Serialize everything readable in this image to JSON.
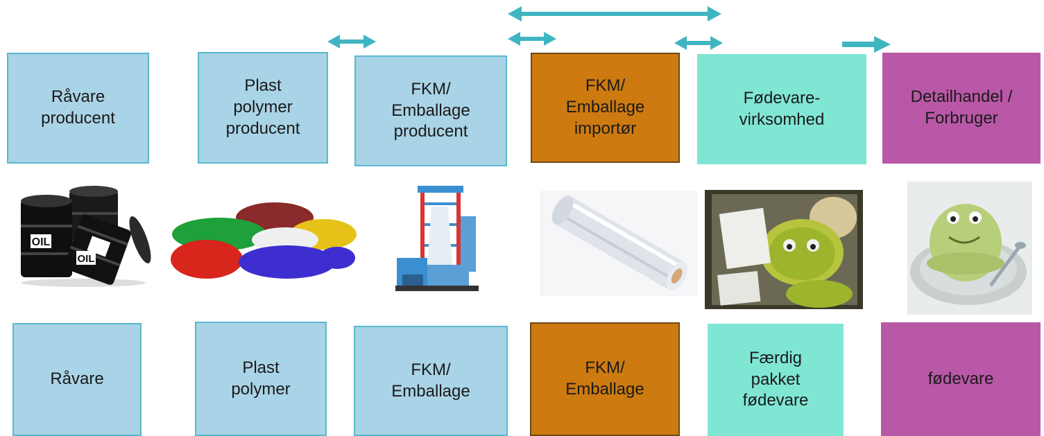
{
  "colors": {
    "arrow": "#3fb5c2",
    "blue_box": "#a9d3e6",
    "orange_box": "#cd7a10",
    "teal_box": "#7fe6d4",
    "purple_box": "#b858a6"
  },
  "top_row": [
    {
      "label": "Råvare\nproducent"
    },
    {
      "label": "Plast\npolymer\nproducent"
    },
    {
      "label": "FKM/\nEmballage\nproducent"
    },
    {
      "label": "FKM/\nEmballage\nimportør"
    },
    {
      "label": "Fødevare-\nvirksomhed"
    },
    {
      "label": "Detailhandel /\nForbruger"
    }
  ],
  "bottom_row": [
    {
      "label": "Råvare"
    },
    {
      "label": "Plast\npolymer"
    },
    {
      "label": "FKM/\nEmballage"
    },
    {
      "label": "FKM/\nEmballage"
    },
    {
      "label": "Færdig\npakket\nfødevare"
    },
    {
      "label": "fødevare"
    }
  ],
  "pictures": [
    {
      "icon": "oil-barrels",
      "oil_text": "OIL"
    },
    {
      "icon": "plastic-granules"
    },
    {
      "icon": "film-blowing-machine"
    },
    {
      "icon": "plastic-film-roll"
    },
    {
      "icon": "packaged-frog-cakes"
    },
    {
      "icon": "frog-cake-on-plate"
    }
  ]
}
